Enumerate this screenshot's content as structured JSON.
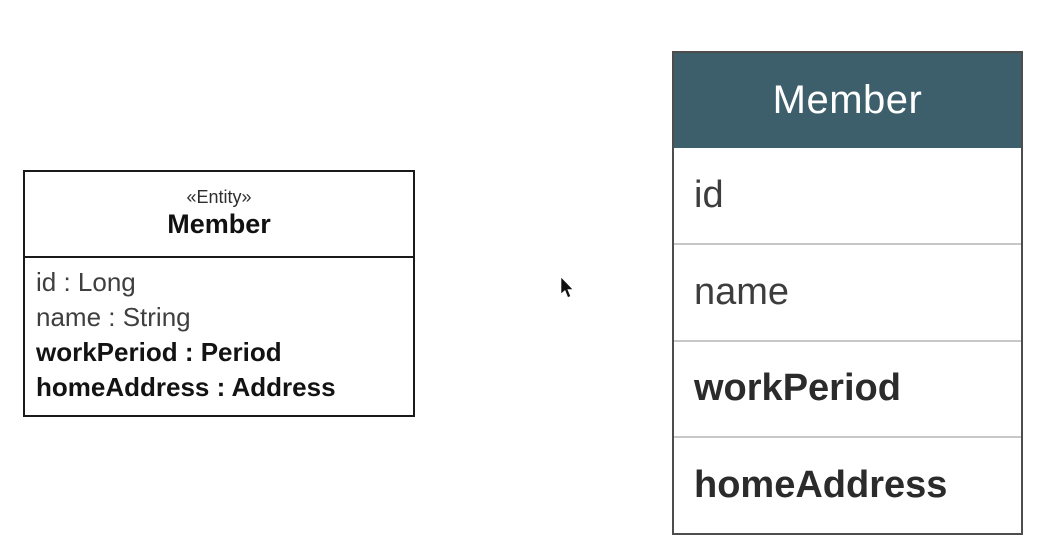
{
  "uml_class": {
    "stereotype": "«Entity»",
    "name": "Member",
    "attributes": [
      {
        "label": "id : Long",
        "bold": false
      },
      {
        "label": "name : String",
        "bold": false
      },
      {
        "label": "workPeriod : Period",
        "bold": true
      },
      {
        "label": "homeAddress : Address",
        "bold": true
      }
    ]
  },
  "db_table": {
    "name": "Member",
    "header_color": "#3d5f6b",
    "header_text_color": "#ffffff",
    "rows": [
      {
        "label": "id",
        "bold": false
      },
      {
        "label": "name",
        "bold": false
      },
      {
        "label": "workPeriod",
        "bold": true
      },
      {
        "label": "homeAddress",
        "bold": true
      }
    ]
  },
  "cursor": {
    "icon": "mouse-pointer",
    "color": "#111111"
  }
}
